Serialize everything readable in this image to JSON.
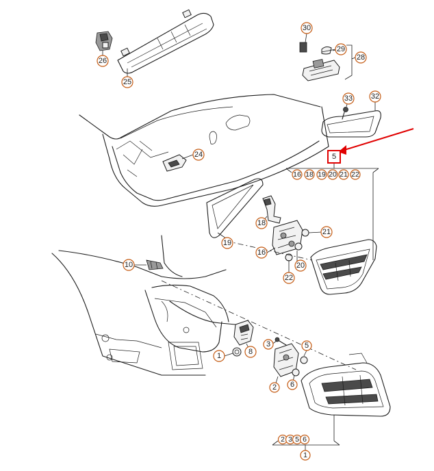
{
  "diagram": {
    "callouts": {
      "c1": "1",
      "c2": "2",
      "c3": "3",
      "c5": "5",
      "c6": "6",
      "c8": "8",
      "c10": "10",
      "c16": "16",
      "c18": "18",
      "c19": "19",
      "c20": "20",
      "c21": "21",
      "c22": "22",
      "c24": "24",
      "c25": "25",
      "c26": "26",
      "c28": "28",
      "c29": "29",
      "c30": "30",
      "c32": "32",
      "c33": "33"
    },
    "groups": {
      "inner_lamp_ref": "5",
      "inner_lamp_parts": [
        "16",
        "18",
        "19",
        "20",
        "21",
        "22"
      ],
      "outer_lamp_parts": [
        "2",
        "3",
        "5",
        "6"
      ],
      "outer_lamp_ref": "1"
    },
    "colors": {
      "callout_ring": "#c45a12",
      "highlight": "#e00000",
      "line": "#1a1a1a"
    }
  }
}
